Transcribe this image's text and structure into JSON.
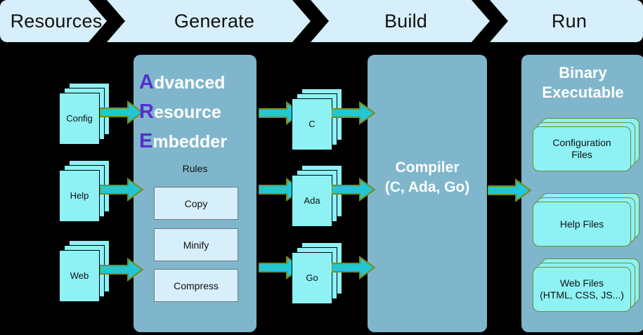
{
  "banner": {
    "segments": [
      {
        "label": "Resources"
      },
      {
        "label": "Generate"
      },
      {
        "label": "Build"
      },
      {
        "label": "Run"
      }
    ]
  },
  "generate": {
    "title": {
      "line1_cap": "A",
      "line1_rest": "dvanced",
      "line2_cap": "R",
      "line2_rest": "esource",
      "line3_cap": "E",
      "line3_rest": "mbedder"
    },
    "rules_label": "Rules",
    "rules": [
      {
        "label": "Copy"
      },
      {
        "label": "Minify"
      },
      {
        "label": "Compress"
      }
    ]
  },
  "resources": [
    {
      "label": "Config"
    },
    {
      "label": "Help"
    },
    {
      "label": "Web"
    }
  ],
  "generated": [
    {
      "label": "C"
    },
    {
      "label": "Ada"
    },
    {
      "label": "Go"
    }
  ],
  "build": {
    "line1": "Compiler",
    "line2": "(C, Ada, Go)"
  },
  "run": {
    "title_line1": "Binary",
    "title_line2": "Executable",
    "cards": [
      {
        "label": "Configuration\nFiles"
      },
      {
        "label": "Help Files"
      },
      {
        "label": "Web Files\n(HTML, CSS, JS...)"
      }
    ]
  },
  "colors": {
    "background": "#000000",
    "banner_fill": "#d7effa",
    "panel_fill": "#7fb6cb",
    "doc_fill": "#8ef2f5",
    "doc_border": "#000000",
    "card_border": "#6b8f2e",
    "arrow_fill": "#22c6d6",
    "arrow_border": "#7a8c15",
    "acronym_purple": "#5530d0",
    "panel_text": "#ffffff",
    "body_text": "#111111"
  }
}
